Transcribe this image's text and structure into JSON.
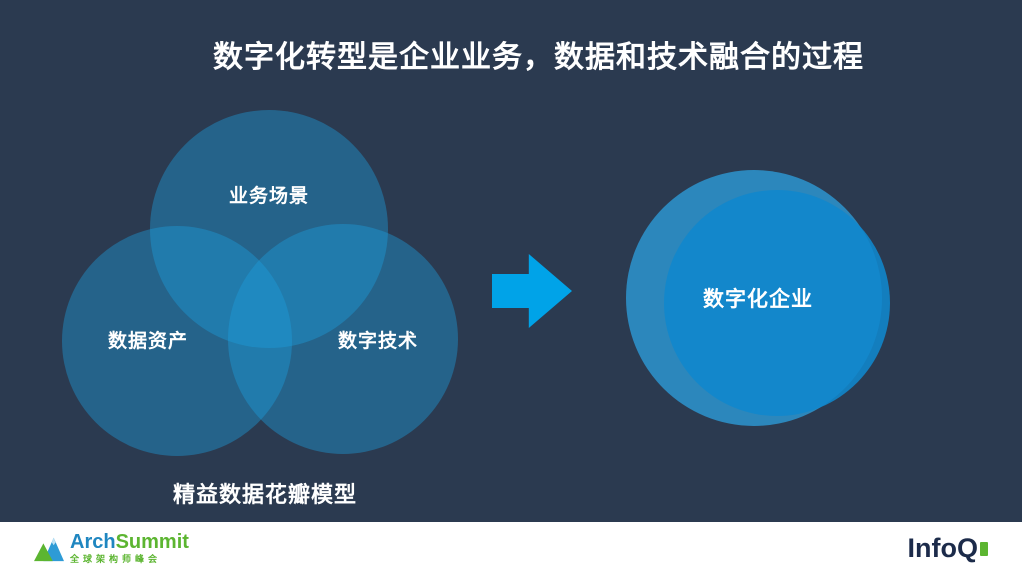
{
  "slide": {
    "title": "数字化转型是企业业务，数据和技术融合的过程",
    "caption": "精益数据花瓣模型",
    "background_color": "#2b3a50"
  },
  "venn": {
    "top_label": "业务场景",
    "left_label": "数据资产",
    "right_label": "数字技术",
    "circle_color": "#1c9edc"
  },
  "arrow": {
    "direction": "right",
    "color": "#00a3e8"
  },
  "result": {
    "label": "数字化企业",
    "circle_color": "#1087cd"
  },
  "footer": {
    "archsummit": {
      "name_part1": "Arch",
      "name_part2": "Summit",
      "subtitle": "全球架构师峰会",
      "blue": "#1f86c0",
      "green": "#5cb531"
    },
    "infoq": {
      "name": "InfoQ",
      "color": "#1c2b4a",
      "accent": "#5cb531"
    }
  }
}
